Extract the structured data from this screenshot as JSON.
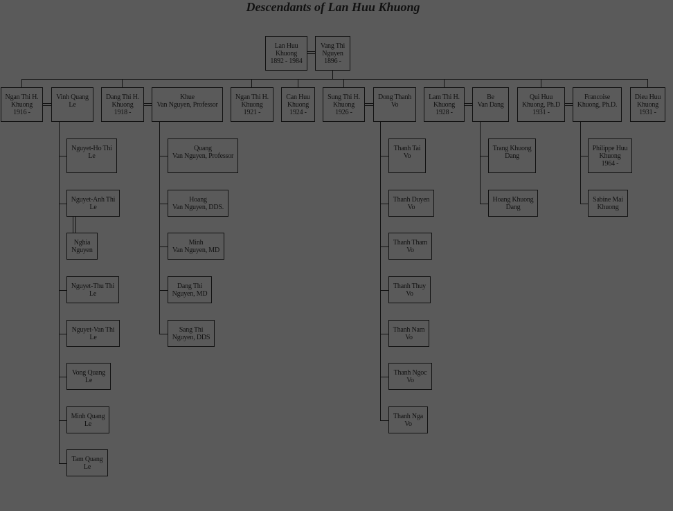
{
  "title": "Descendants of Lan Huu Khuong",
  "people": {
    "lan": "Lan Huu\nKhuong\n1892 - 1984",
    "vang": "Vang Thi\nNguyen\n1896 -",
    "ngan1": "Ngan Thi H.\nKhuong\n1916 -",
    "vinh": "Vinh Quang\nLe",
    "dang": "Dang Thi H.\nKhuong\n1918 -",
    "khue": "Khue\nVan Nguyen, Professor",
    "ngan2": "Ngan Thi H.\nKhuong\n1921 -",
    "can": "Can Huu\nKhuong\n1924 -",
    "sung": "Sung Thi H.\nKhuong\n1926 -",
    "dong": "Dong Thanh\nVo",
    "lam": "Lam Thi H.\nKhuong\n1928 -",
    "be": "Be\nVan Dang",
    "qui": "Qui Huu\nKhuong, Ph.D\n1931 -",
    "francoise": "Francoise\nKhuong, Ph.D.",
    "dieu": "Dieu Huu\nKhuong\n1931 -",
    "nguyet_ho": "Nguyet-Ho Thi\nLe",
    "nguyet_anh": "Nguyet-Anh Thi\nLe",
    "nghia": "Nghia\nNguyen",
    "nguyet_thu": "Nguyet-Thu Thi\nLe",
    "nguyet_van": "Nguyet-Van Thi\nLe",
    "vong": "Vong Quang\nLe",
    "minh_quang": "Minh Quang\nLe",
    "tam": "Tam Quang\nLe",
    "quang": "Quang\nVan Nguyen, Professor",
    "hoang": "Hoang\nVan Nguyen, DDS.",
    "minh": "Minh\nVan Nguyen, MD",
    "dang_thi": "Dang Thi\nNguyen, MD",
    "sang": "Sang Thi\nNguyen, DDS",
    "thanh_tai": "Thanh Tai\nVo",
    "thanh_duyen": "Thanh Duyen\nVo",
    "thanh_tham": "Thanh Tham\nVo",
    "thanh_thuy": "Thanh Thuy\nVo",
    "thanh_nam": "Thanh Nam\nVo",
    "thanh_ngoc": "Thanh Ngoc\nVo",
    "thanh_nga": "Thanh Nga\nVo",
    "trang": "Trang Khuong\nDang",
    "hoang_khuong": "Hoang Khuong\nDang",
    "philippe": "Philippe Huu\nKhuong\n1964 -",
    "sabine": "Sabine Mai\nKhuong"
  }
}
